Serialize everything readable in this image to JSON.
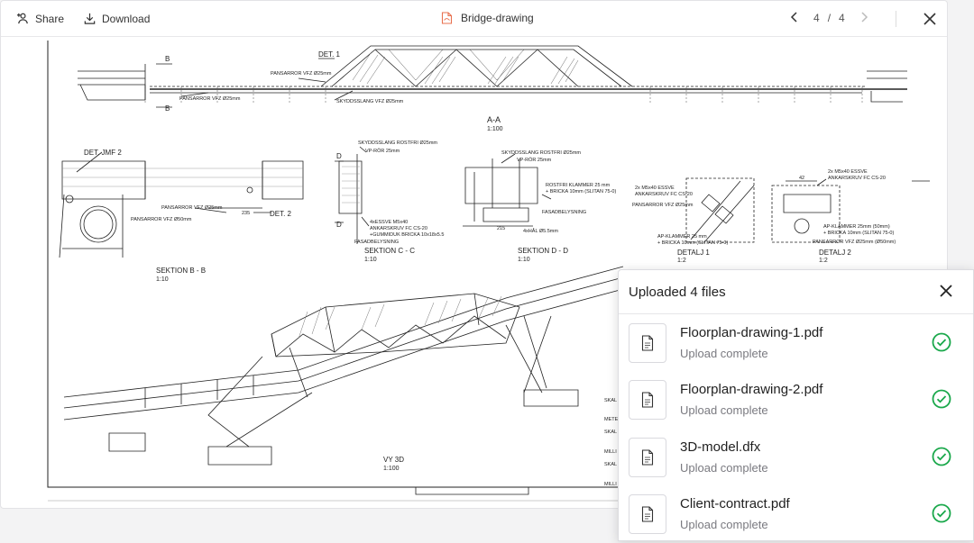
{
  "toolbar": {
    "share_label": "Share",
    "download_label": "Download",
    "document_title": "Bridge-drawing",
    "page_current": "4",
    "page_separator": "/",
    "page_total": "4"
  },
  "drawing": {
    "labels": {
      "det1": "DET. 1",
      "b_top": "B",
      "b_bottom": "B",
      "pansarror_a": "PANSARROR VFZ Ø25mm",
      "pansarror_b": "PANSARROR VFZ Ø25mm",
      "skyddsslang_a": "SKYDDSSLANG VFZ Ø25mm",
      "section_aa": "A-A",
      "scale_aa": "1:100",
      "det_jmf2": "DET. JMF 2",
      "det2": "DET. 2",
      "pansarror_c": "PANSARROR VFZ Ø25mm",
      "pansarror_d": "PANSARROR VFZ Ø50mm",
      "dim_235": "235",
      "section_bb": "SEKTION B - B",
      "scale_bb": "1:10",
      "skyddsslang_rostfri_c": "SKYDDSSLANG ROSTFRI Ø25mm",
      "vp_ror": "VP-RÖR 25mm",
      "d_top": "D",
      "d_bottom": "D",
      "essve": "4xESSVE M5x40",
      "ankarskruv_c": "ANKARSKRUV FC CS-20",
      "gummiduk": "+GUMMIDUK BRICKA 10x18x5.5",
      "fasadbelysning_c": "FASADBELYSNING",
      "section_cc": "SEKTION C - C",
      "scale_cc": "1:10",
      "skyddsslang_rostfri_d": "SKYDDSSLANG ROSTFRI Ø25mm",
      "vp_ror_d": "VP-RÖR 25mm",
      "rostfri_klammer": "ROSTFRI KLAMMER 25 mm",
      "bricka_d": "+ BRICKA 10mm (SLITAN 75-0)",
      "fasadbelysning_d": "FASADBELYSNING",
      "dim_215": "215",
      "hal": "4xHÅL Ø5.5mm",
      "section_dd": "SEKTION D - D",
      "scale_dd": "1:10",
      "essve2": "2x M5x40 ESSVE",
      "ankarskruv_1": "ANKARSKRUV FC CS-20",
      "pansarror_e": "PANSARROR VFZ Ø25mm",
      "ap_klammer": "AP-KLAMMER 25 mm",
      "bricka_e": "+ BRICKA 10mm (SLITAN 75-0)",
      "detalj1": "DETALJ 1",
      "scale_d1": "1:2",
      "dim_42": "42",
      "essve3": "2x M5x40 ESSVE",
      "ankarskruv_2": "ANKARSKRUV FC CS-20",
      "ap_klammer2": "AP-KLAMMER 25mm (50mm)",
      "bricka_f": "+ BRICKA 10mm (SLITAN 75-0)",
      "pansarror_f": "PANSARROR VFZ Ø25mm (Ø50mm)",
      "detalj2": "DETALJ 2",
      "scale_d2": "1:2",
      "vy3d": "VY 3D",
      "scale_vy": "1:100",
      "skal_1": "SKAL",
      "meter": "METE",
      "skal_2": "SKAL",
      "milli_1": "MILLI",
      "skal_3": "SKAL",
      "milli_2": "MILLI"
    }
  },
  "upload_panel": {
    "title": "Uploaded 4 files",
    "files": [
      {
        "name": "Floorplan-drawing-1.pdf",
        "status": "Upload complete"
      },
      {
        "name": "Floorplan-drawing-2.pdf",
        "status": "Upload complete"
      },
      {
        "name": "3D-model.dfx",
        "status": "Upload complete"
      },
      {
        "name": "Client-contract.pdf",
        "status": "Upload complete"
      }
    ]
  },
  "colors": {
    "success": "#1aa84b",
    "pdf_icon": "#e8704f"
  }
}
